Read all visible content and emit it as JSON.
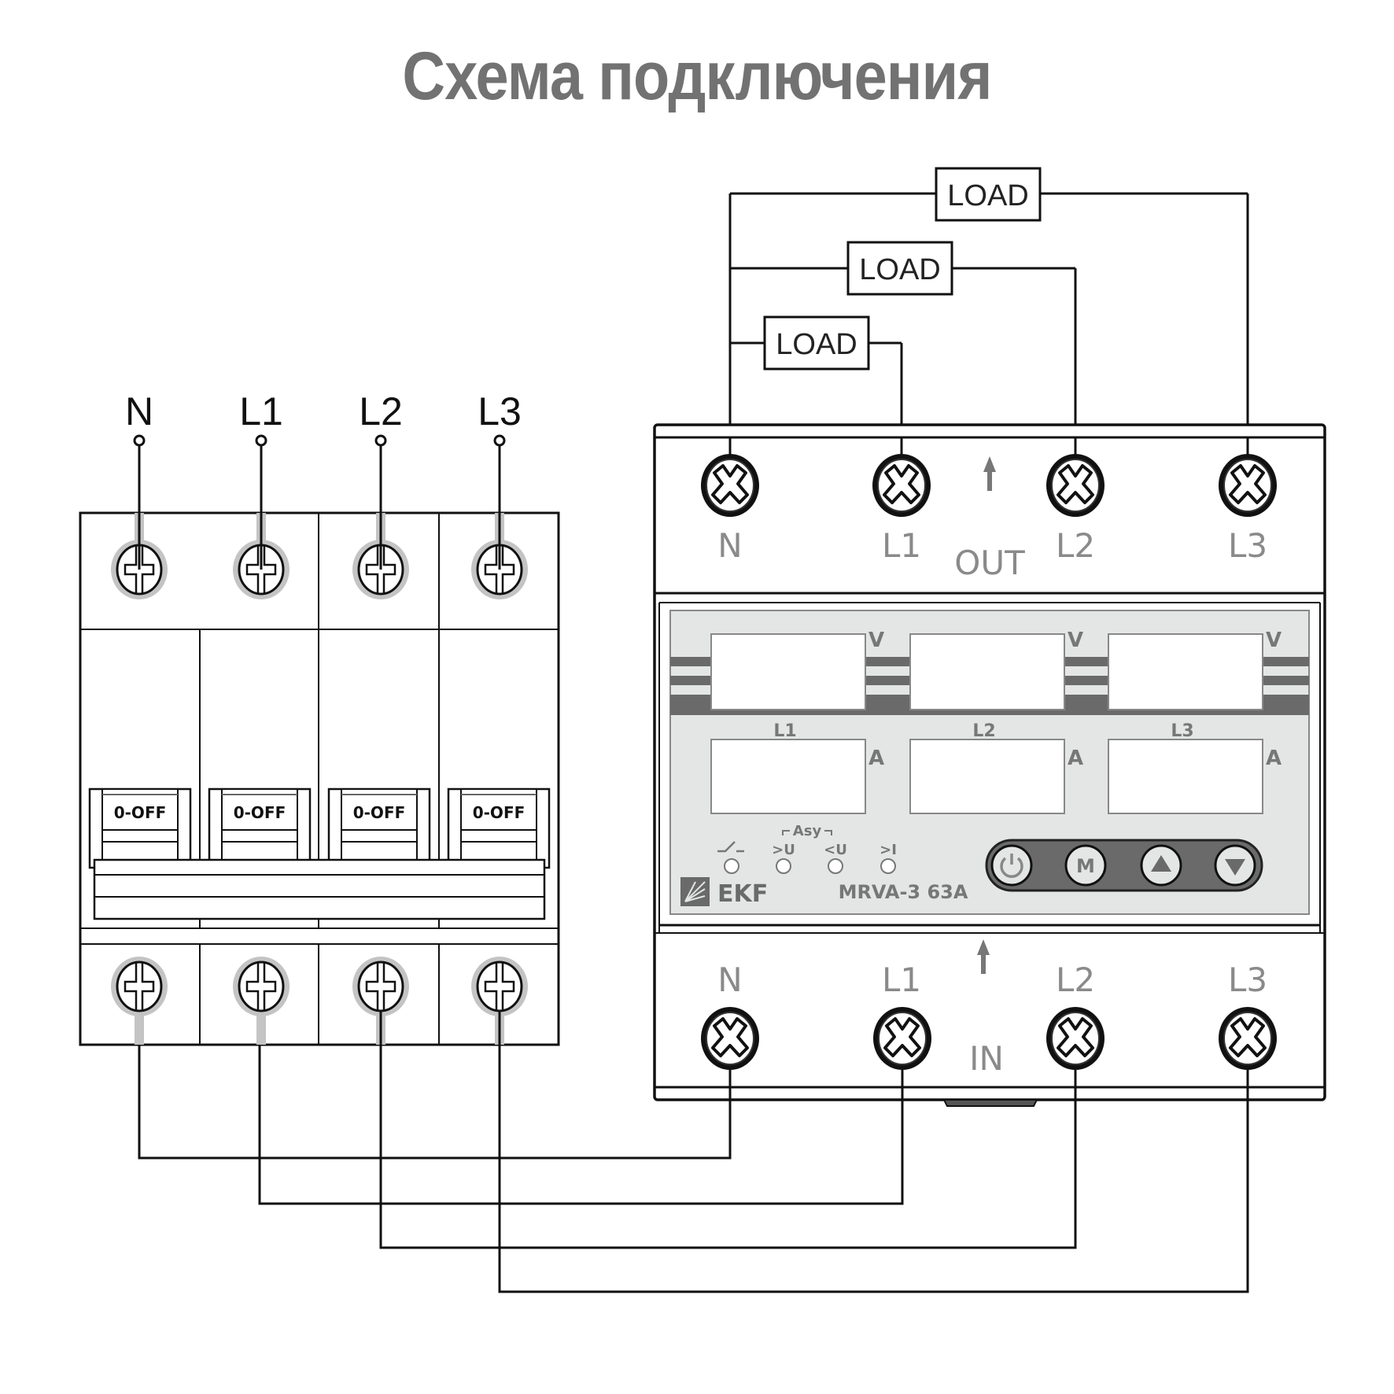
{
  "title": "Схема подключения",
  "breaker": {
    "terminal_labels": [
      "N",
      "L1",
      "L2",
      "L3"
    ],
    "poles": [
      {
        "label": "N",
        "switch_state": "0-OFF"
      },
      {
        "label": "L1",
        "switch_state": "0-OFF"
      },
      {
        "label": "L2",
        "switch_state": "0-OFF"
      },
      {
        "label": "L3",
        "switch_state": "0-OFF"
      }
    ]
  },
  "relay": {
    "brand": "EKF",
    "model": "MRVA-3 63A",
    "out_label": "OUT",
    "in_label": "IN",
    "out_terminals": [
      "N",
      "L1",
      "L2",
      "L3"
    ],
    "in_terminals": [
      "N",
      "L1",
      "L2",
      "L3"
    ],
    "displays": [
      {
        "phase": "L1",
        "voltage_unit": "V",
        "current_unit": "A"
      },
      {
        "phase": "L2",
        "voltage_unit": "V",
        "current_unit": "A"
      },
      {
        "phase": "L3",
        "voltage_unit": "V",
        "current_unit": "A"
      }
    ],
    "indicators": {
      "group_label": "Asy",
      "items": [
        {
          "name": "relay-contact",
          "label": "⟋"
        },
        {
          "name": "overvoltage",
          "label": ">U"
        },
        {
          "name": "undervoltage",
          "label": "<U"
        },
        {
          "name": "overcurrent",
          "label": ">I"
        }
      ]
    },
    "buttons": [
      {
        "name": "power",
        "icon": "power-icon",
        "label": ""
      },
      {
        "name": "mode",
        "icon": "",
        "label": "M"
      },
      {
        "name": "up",
        "icon": "triangle-up-icon",
        "label": ""
      },
      {
        "name": "down",
        "icon": "triangle-down-icon",
        "label": ""
      }
    ]
  },
  "loads": [
    {
      "label": "LOAD",
      "phase": "L3"
    },
    {
      "label": "LOAD",
      "phase": "L2"
    },
    {
      "label": "LOAD",
      "phase": "L1"
    }
  ],
  "colors": {
    "title": "#727272",
    "panel_bg": "#e4e6e6",
    "panel_dark": "#6a6a6a",
    "grey_text": "#8a8a8a"
  }
}
